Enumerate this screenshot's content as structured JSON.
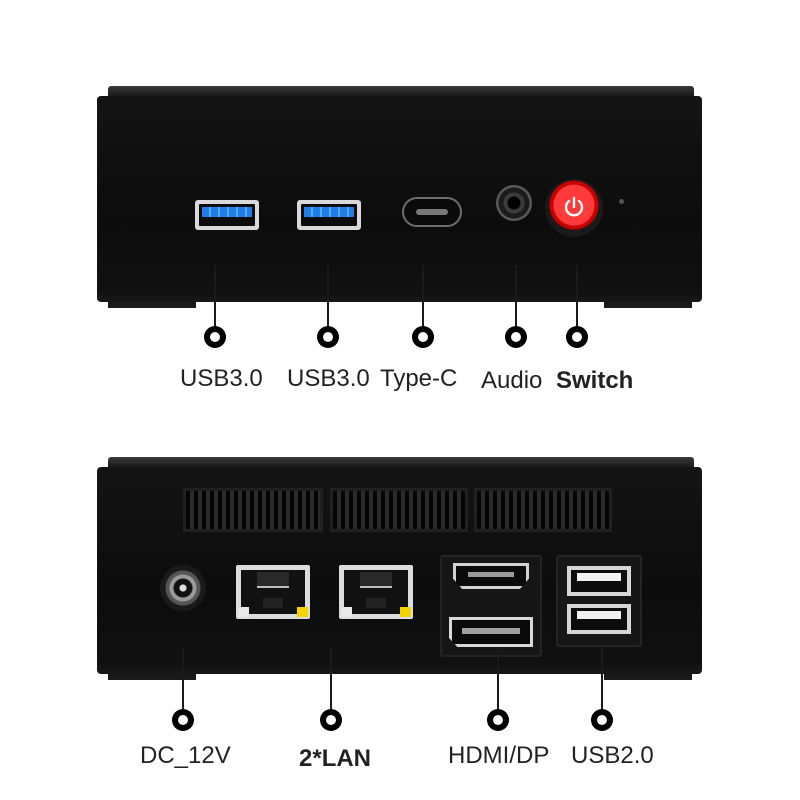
{
  "front_panel": {
    "labels": {
      "usb3_a": "USB3.0",
      "usb3_b": "USB3.0",
      "type_c": "Type-C",
      "audio": "Audio",
      "switch": "Switch"
    }
  },
  "rear_panel": {
    "labels": {
      "dc": "DC_12V",
      "lan": "2*LAN",
      "hdmi_dp": "HDMI/DP",
      "usb2": "USB2.0"
    }
  },
  "colors": {
    "device_body": "#0f0f0f",
    "usb3_tongue": "#1d7fe6",
    "power_button": "#ff2a2a",
    "lan_led": "#f5d400"
  },
  "icons": {
    "power_button": "power-icon"
  }
}
